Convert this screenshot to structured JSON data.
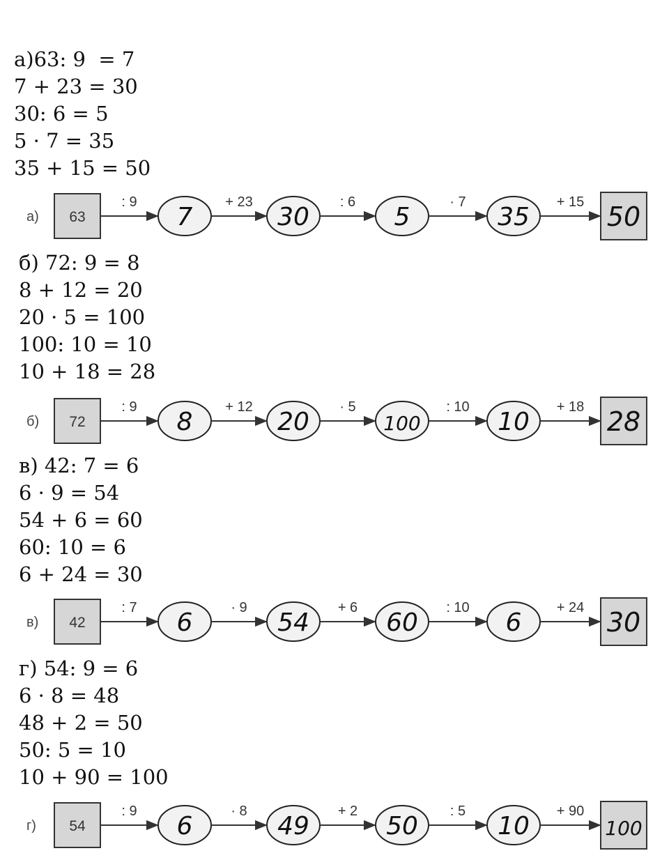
{
  "exercises": [
    {
      "lines": [
        "а)63: 9  = 7",
        "7 + 23 = 30",
        "30: 6 = 5",
        "5 · 7 = 35",
        "35 + 15 = 50"
      ],
      "label": "а)",
      "start": "63",
      "steps": [
        {
          "op": ": 9",
          "result": "7"
        },
        {
          "op": "+ 23",
          "result": "30"
        },
        {
          "op": ": 6",
          "result": "5"
        },
        {
          "op": "· 7",
          "result": "35"
        },
        {
          "op": "+ 15",
          "result": "50"
        }
      ]
    },
    {
      "lines": [
        "б) 72: 9 = 8",
        "8 + 12 = 20",
        "20 · 5 = 100",
        "100: 10 = 10",
        "10 + 18 = 28"
      ],
      "label": "б)",
      "start": "72",
      "steps": [
        {
          "op": ": 9",
          "result": "8"
        },
        {
          "op": "+ 12",
          "result": "20"
        },
        {
          "op": "· 5",
          "result": "100"
        },
        {
          "op": ": 10",
          "result": "10"
        },
        {
          "op": "+ 18",
          "result": "28"
        }
      ]
    },
    {
      "lines": [
        "в) 42: 7 = 6",
        "6 · 9 = 54",
        "54 + 6 = 60",
        "60: 10 = 6",
        "6 + 24 = 30"
      ],
      "label": "в)",
      "start": "42",
      "steps": [
        {
          "op": ": 7",
          "result": "6"
        },
        {
          "op": "· 9",
          "result": "54"
        },
        {
          "op": "+ 6",
          "result": "60"
        },
        {
          "op": ": 10",
          "result": "6"
        },
        {
          "op": "+ 24",
          "result": "30"
        }
      ]
    },
    {
      "lines": [
        "г) 54: 9 = 6",
        "6 · 8 = 48",
        "48 + 2 = 50",
        "50: 5 = 10",
        "10 + 90 = 100"
      ],
      "label": "г)",
      "start": "54",
      "steps": [
        {
          "op": ": 9",
          "result": "6"
        },
        {
          "op": "· 8",
          "result": "49"
        },
        {
          "op": "+ 2",
          "result": "50"
        },
        {
          "op": ": 5",
          "result": "10"
        },
        {
          "op": "+ 90",
          "result": "100"
        }
      ]
    }
  ]
}
